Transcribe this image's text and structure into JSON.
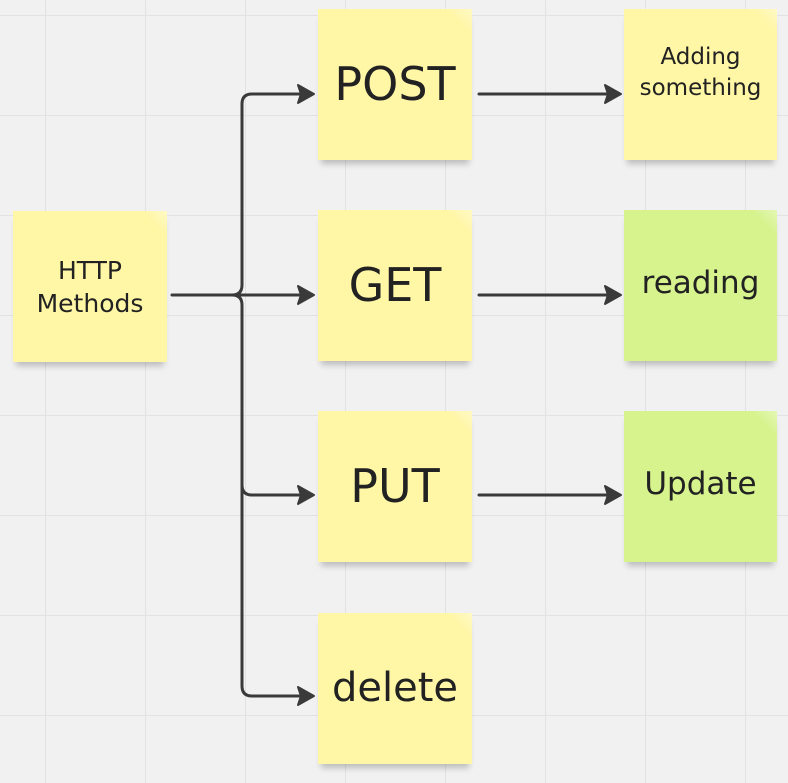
{
  "diagram": {
    "root": {
      "line1": "HTTP",
      "line2": "Methods"
    },
    "methods": [
      {
        "id": "post",
        "label": "POST"
      },
      {
        "id": "get",
        "label": "GET"
      },
      {
        "id": "put",
        "label": "PUT"
      },
      {
        "id": "delete",
        "label": "delete"
      }
    ],
    "descriptions": [
      {
        "id": "adding",
        "line1": "Adding",
        "line2": "something"
      },
      {
        "id": "reading",
        "label": "reading"
      },
      {
        "id": "update",
        "label": "Update"
      }
    ],
    "colors": {
      "yellow_note": "#fff6a6",
      "green_note": "#d6f38e",
      "connector": "#3a3a3a",
      "background": "#f1f1f1"
    }
  }
}
